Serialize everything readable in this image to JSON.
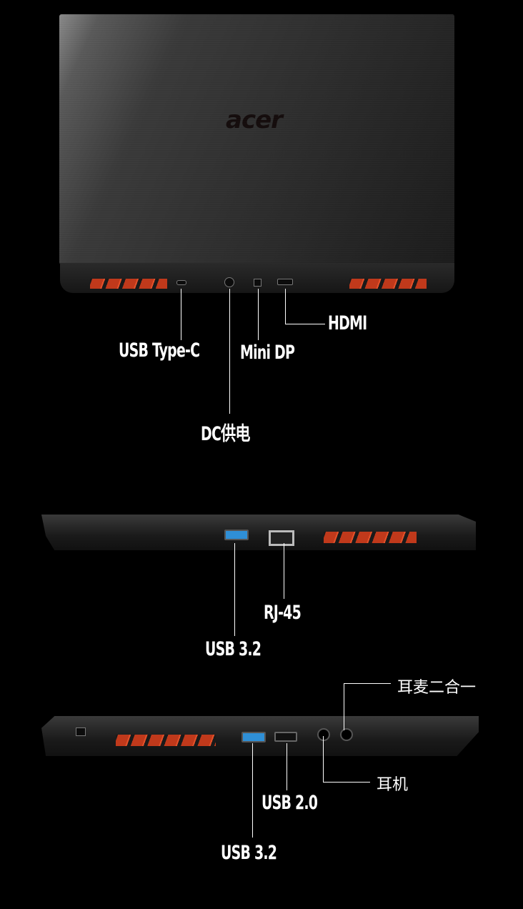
{
  "brand": {
    "logo_text": "acer"
  },
  "rear_view": {
    "labels": {
      "usb_type_c": "USB Type-C",
      "mini_dp": "Mini DP",
      "hdmi": "HDMI",
      "dc_power": "DC供电"
    }
  },
  "right_side_view": {
    "labels": {
      "rj45": "RJ-45",
      "usb32": "USB 3.2"
    }
  },
  "left_side_view": {
    "labels": {
      "combo_audio": "耳麦二合一",
      "headphone": "耳机",
      "usb20": "USB 2.0",
      "usb32": "USB 3.2"
    }
  },
  "colors": {
    "background": "#000000",
    "vent_red": "#d9441f",
    "usb3_blue": "#2f8fd6",
    "label": "#ffffff"
  }
}
